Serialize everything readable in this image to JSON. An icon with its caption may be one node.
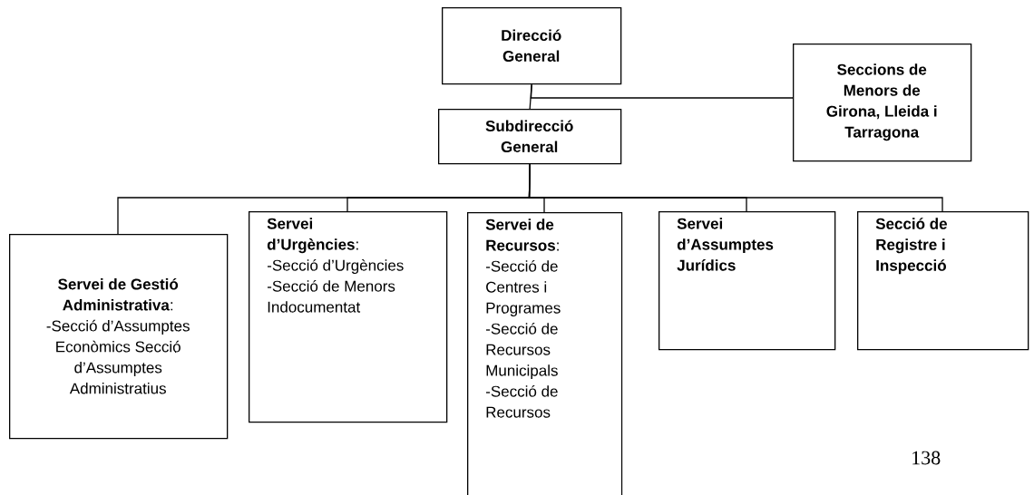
{
  "diagram": {
    "nodes": [
      {
        "text": [
          "Direcció General"
        ]
      },
      {
        "text": [
          "Seccions de Menors de Girona, Lleida i Tarragona"
        ]
      },
      {
        "text": [
          "Subdirecció General"
        ]
      },
      {
        "text": [
          "**Servei de Gestió Administrativa**:",
          "-Secció d’Assumptes Econòmics Secció d’Assumptes Administratius"
        ]
      },
      {
        "text": [
          "**Servei d’Urgències**:",
          "-Secció d’Urgències -Secció de Menors Indocumentat"
        ]
      },
      {
        "text": [
          "**Servei de Recursos**:",
          "-Secció de Centres i Programes -Secció de Recursos Municipals -Secció de Recursos"
        ]
      },
      {
        "text": [
          "Servei d’Assumptes Jurídics"
        ]
      },
      {
        "text": [
          "Secció de Registre i Inspecció"
        ]
      }
    ],
    "edges": [
      {
        "from": 0,
        "to": 2,
        "arrow": "none"
      },
      {
        "from": 0,
        "to": 1,
        "arrow": "none"
      },
      {
        "from": 2,
        "to": 3,
        "arrow": "none"
      },
      {
        "from": 2,
        "to": 4,
        "arrow": "none"
      },
      {
        "from": 2,
        "to": 5,
        "arrow": "none"
      },
      {
        "from": 2,
        "to": 6,
        "arrow": "none"
      },
      {
        "from": 2,
        "to": 7,
        "arrow": "none"
      }
    ],
    "labels": [
      "138"
    ]
  }
}
